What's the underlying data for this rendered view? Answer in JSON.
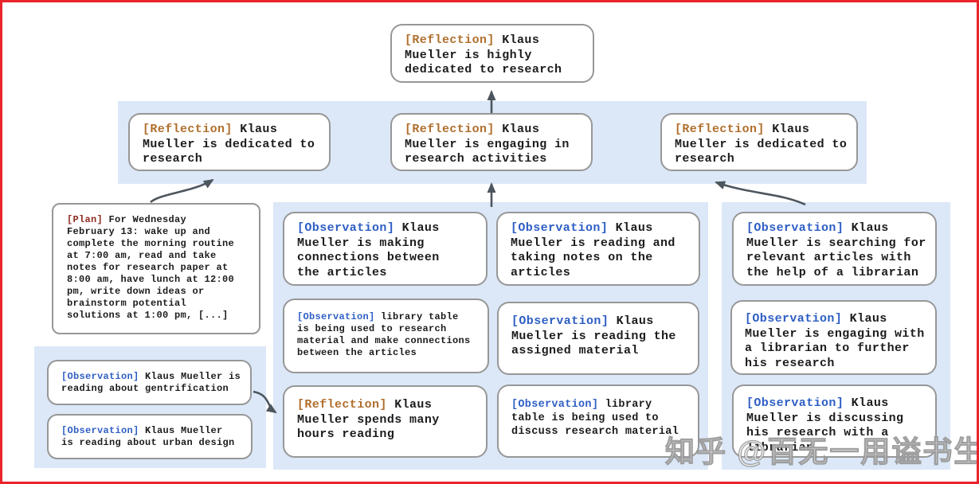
{
  "colors": {
    "frame": "#e9252b",
    "band": "#dce8f8",
    "box_border": "#979797",
    "text": "#1c1c1e",
    "reflection_tag": "#b06f2d",
    "observation_tag": "#2e5ec4",
    "plan_tag": "#8e2b22",
    "arrow": "#4d565e"
  },
  "watermark": {
    "text": "知乎 @百无一用谥书生"
  },
  "nodes": [
    {
      "id": "n0",
      "type": "reflection",
      "tag": "[Reflection]",
      "text": " Klaus\nMueller is highly\ndedicated to research"
    },
    {
      "id": "n1",
      "type": "reflection",
      "tag": "[Reflection]",
      "text": " Klaus\nMueller is dedicated to\nresearch"
    },
    {
      "id": "n2",
      "type": "reflection",
      "tag": "[Reflection]",
      "text": " Klaus\nMueller is engaging in\nresearch activities"
    },
    {
      "id": "n3",
      "type": "reflection",
      "tag": "[Reflection]",
      "text": " Klaus\nMueller is dedicated to\nresearch"
    },
    {
      "id": "n4",
      "type": "plan",
      "tag": "[Plan]",
      "text": " For Wednesday\nFebruary 13: wake up and\ncomplete the morning routine\nat 7:00 am, read and take\nnotes for research paper at\n8:00 am, have lunch at 12:00\npm, write down ideas or\nbrainstorm potential\nsolutions at 1:00 pm, [...]"
    },
    {
      "id": "n5",
      "type": "observation",
      "tag": "[Observation]",
      "text": " Klaus Mueller is\nreading about gentrification"
    },
    {
      "id": "n6",
      "type": "observation",
      "tag": "[Observation]",
      "text": " Klaus Mueller\nis reading about urban design"
    },
    {
      "id": "n7",
      "type": "observation",
      "tag": "[Observation]",
      "text": " Klaus\nMueller is making\nconnections between\nthe articles"
    },
    {
      "id": "n8",
      "type": "observation",
      "tag": "[Observation]",
      "text": " library table\nis being used to research\nmaterial and make connections\nbetween the articles"
    },
    {
      "id": "n9",
      "type": "reflection",
      "tag": "[Reflection]",
      "text": " Klaus\nMueller spends many\nhours reading"
    },
    {
      "id": "n10",
      "type": "observation",
      "tag": "[Observation]",
      "text": " Klaus\nMueller is reading and\ntaking notes on the\narticles"
    },
    {
      "id": "n11",
      "type": "observation",
      "tag": "[Observation]",
      "text": " Klaus\nMueller is reading the\nassigned material"
    },
    {
      "id": "n12",
      "type": "observation",
      "tag": "[Observation]",
      "text": " library\ntable is being used to\ndiscuss research material"
    },
    {
      "id": "n13",
      "type": "observation",
      "tag": "[Observation]",
      "text": " Klaus\nMueller is searching for\nrelevant articles with\nthe help of a librarian"
    },
    {
      "id": "n14",
      "type": "observation",
      "tag": "[Observation]",
      "text": " Klaus\nMueller is engaging with\na librarian to further\nhis research"
    },
    {
      "id": "n15",
      "type": "observation",
      "tag": "[Observation]",
      "text": " Klaus\nMueller is discussing\nhis research with a\nlibrarian"
    }
  ]
}
